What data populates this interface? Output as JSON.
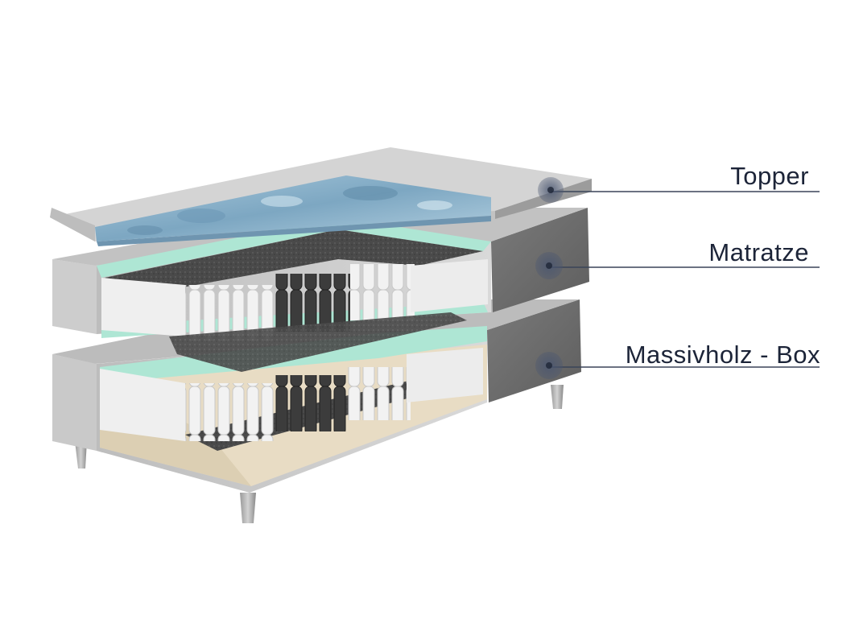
{
  "labels": {
    "topper": "Topper",
    "matratze": "Matratze",
    "box": "Massivholz - Box"
  },
  "colors": {
    "callout_line": "#3a4458",
    "callout_dot": "#2e3a52",
    "label_text": "#1c2438",
    "foam_mint": "#aee6d4",
    "topper_blue": "#8fb6cf",
    "frame_gray": "#6f6f6f",
    "upholstery_light": "#cfcfcf",
    "wood": "#e8dcc4"
  },
  "icons": [
    "callout-dot-icon"
  ]
}
